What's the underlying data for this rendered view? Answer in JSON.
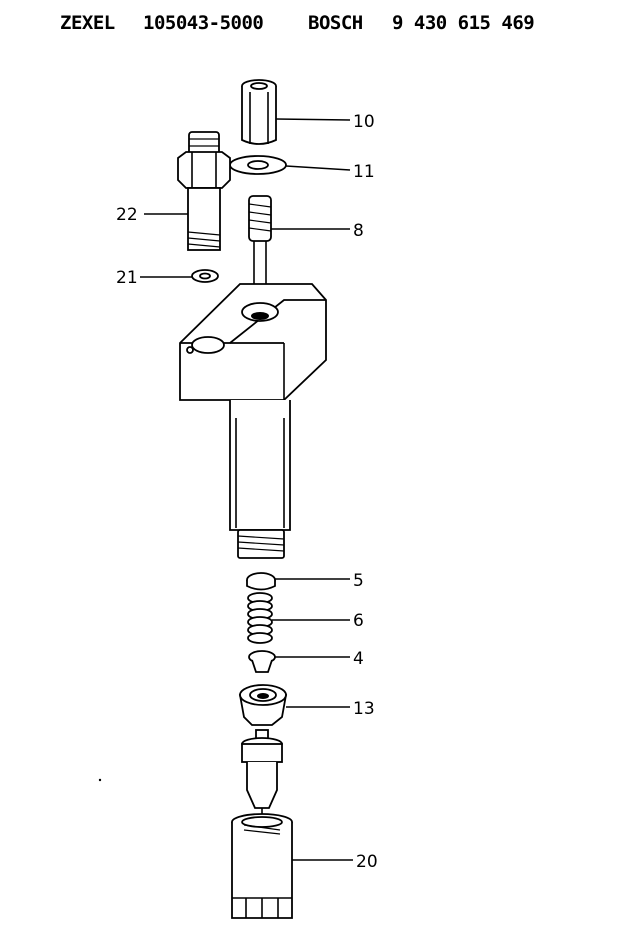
{
  "header": {
    "brand1": "ZEXEL",
    "part1": "105043-5000",
    "brand2": "BOSCH",
    "part2": "9 430 615 469"
  },
  "callouts": [
    {
      "id": "c10",
      "label": "10"
    },
    {
      "id": "c11",
      "label": "11"
    },
    {
      "id": "c8",
      "label": "8"
    },
    {
      "id": "c22",
      "label": "22"
    },
    {
      "id": "c21",
      "label": "21"
    },
    {
      "id": "c5",
      "label": "5"
    },
    {
      "id": "c6",
      "label": "6"
    },
    {
      "id": "c4",
      "label": "4"
    },
    {
      "id": "c13",
      "label": "13"
    },
    {
      "id": "c20",
      "label": "20"
    }
  ]
}
